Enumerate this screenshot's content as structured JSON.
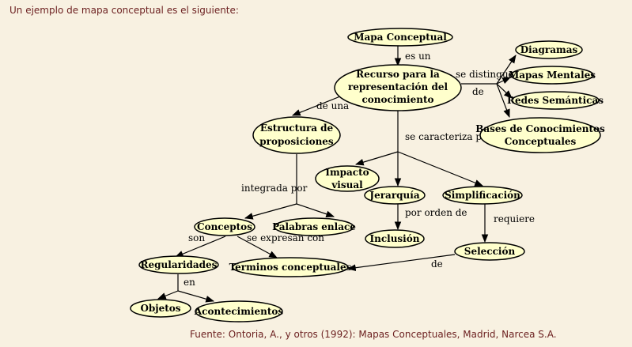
{
  "header": {
    "intro": "Un ejemplo de mapa conceptual es el siguiente:"
  },
  "footer": {
    "source": "Fuente: Ontoria, A., y otros (1992): Mapas Conceptuales, Madrid, Narcea S.A."
  },
  "nodes": {
    "mapa": [
      "Mapa Conceptual"
    ],
    "recurso": [
      "Recurso para la",
      "representación del",
      "conocimiento"
    ],
    "diagramas": [
      "Diagramas"
    ],
    "mapas_mentales": [
      "Mapas Mentales"
    ],
    "redes": [
      "Redes Semánticas"
    ],
    "bases": [
      "Bases de Conocimientos",
      "Conceptuales"
    ],
    "estructura": [
      "Estructura de",
      "proposiciones"
    ],
    "impacto": [
      "Impacto",
      "visual"
    ],
    "jerarquia": [
      "Jerarquía"
    ],
    "simplificacion": [
      "Simplificación"
    ],
    "inclusion": [
      "Inclusión"
    ],
    "seleccion": [
      "Selección"
    ],
    "conceptos": [
      "Conceptos"
    ],
    "palabras": [
      "Palabras enlace"
    ],
    "regularidades": [
      "Regularidades"
    ],
    "terminos": [
      "Términos conceptuales"
    ],
    "objetos": [
      "Objetos"
    ],
    "acontecimientos": [
      "Acontecimientos"
    ]
  },
  "links": {
    "es_un": "es un",
    "se_distingue": "se distingue",
    "de": "de",
    "de_una": "de una",
    "se_caracteriza": "se caracteriza por",
    "integrada": "integrada por",
    "por_orden": "por orden de",
    "requiere": "requiere",
    "de2": "de",
    "son": "son",
    "se_expresan": "se expresan con",
    "en": "en"
  }
}
